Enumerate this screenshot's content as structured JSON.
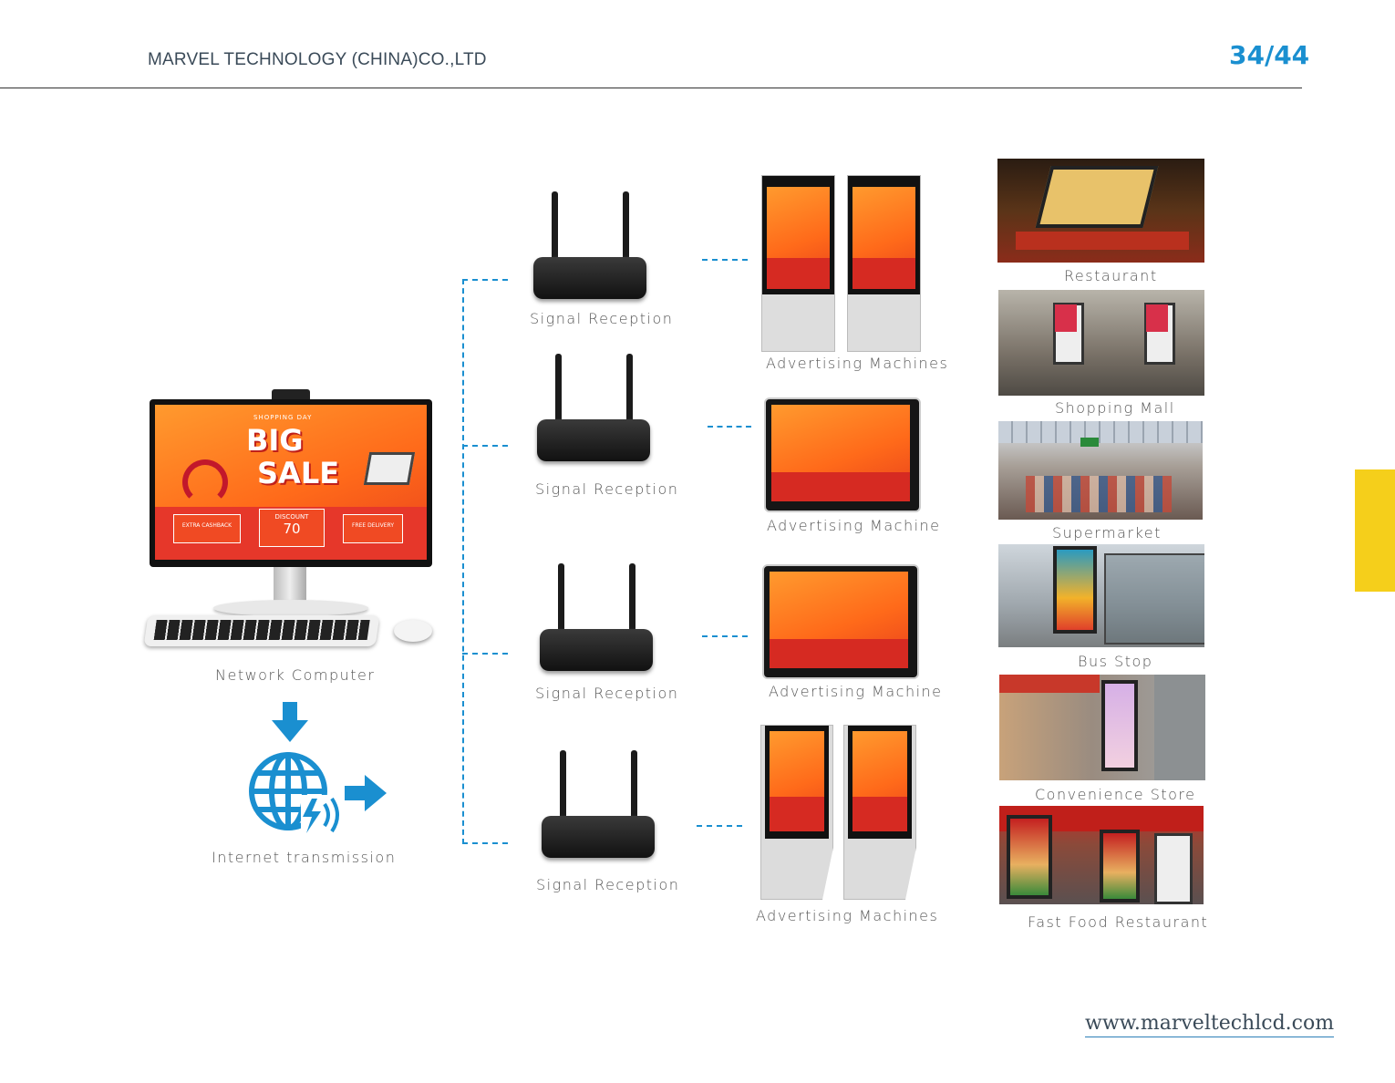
{
  "header": {
    "company": "MARVEL TECHNOLOGY (CHINA)CO.,LTD",
    "page": "34/44"
  },
  "left": {
    "computer_label": "Network Computer",
    "internet_label": "Internet transmission",
    "screen_banner": "SHOPPING DAY",
    "screen_title1": "BIG",
    "screen_title2": "SALE",
    "screen_discount": "DISCOUNT",
    "screen_value": "70",
    "screen_cashback": "EXTRA CASHBACK",
    "screen_delivery": "FREE DELIVERY"
  },
  "receivers": [
    {
      "label": "Signal Reception"
    },
    {
      "label": "Signal Reception"
    },
    {
      "label": "Signal Reception"
    },
    {
      "label": "Signal Reception"
    }
  ],
  "machines": [
    {
      "label": "Advertising Machines"
    },
    {
      "label": "Advertising Machine"
    },
    {
      "label": "Advertising Machine"
    },
    {
      "label": "Advertising Machines"
    }
  ],
  "scenes": [
    {
      "label": "Restaurant"
    },
    {
      "label": "Shopping Mall"
    },
    {
      "label": "Supermarket"
    },
    {
      "label": "Bus Stop"
    },
    {
      "label": "Convenience Store"
    },
    {
      "label": "Fast Food Restaurant"
    }
  ],
  "footer": {
    "website": "www.marveltechlcd.com"
  },
  "colors": {
    "accent": "#1a8fd0",
    "tab": "#f5cf1b",
    "ad_orange": "#ff7a1f"
  }
}
